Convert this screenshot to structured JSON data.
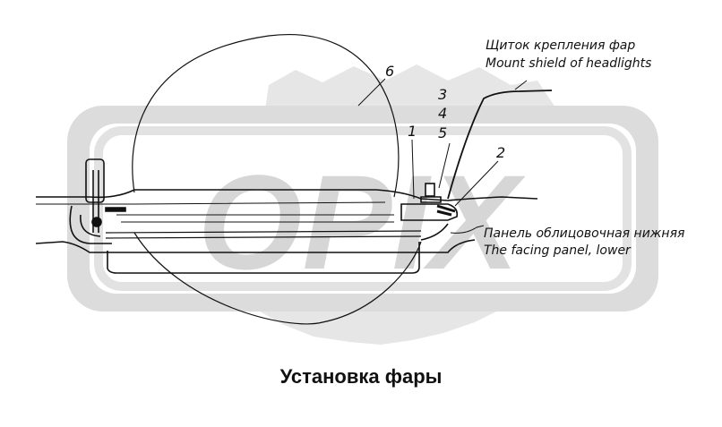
{
  "title": "Установка фары",
  "watermark": {
    "text": "OPIX",
    "color": "#d9d9d9"
  },
  "callouts": {
    "n1": "1",
    "n2": "2",
    "n3": "3",
    "n4": "4",
    "n5": "5",
    "n6": "6"
  },
  "annotations": {
    "shield_ru": "Щиток крепления фар",
    "shield_en": "Mount shield of headlights",
    "panel_ru": "Панель облицовочная нижняя",
    "panel_en": "The facing panel, lower"
  },
  "colors": {
    "line": "#111111",
    "watermark": "#d9d9d9",
    "background": "#ffffff"
  }
}
